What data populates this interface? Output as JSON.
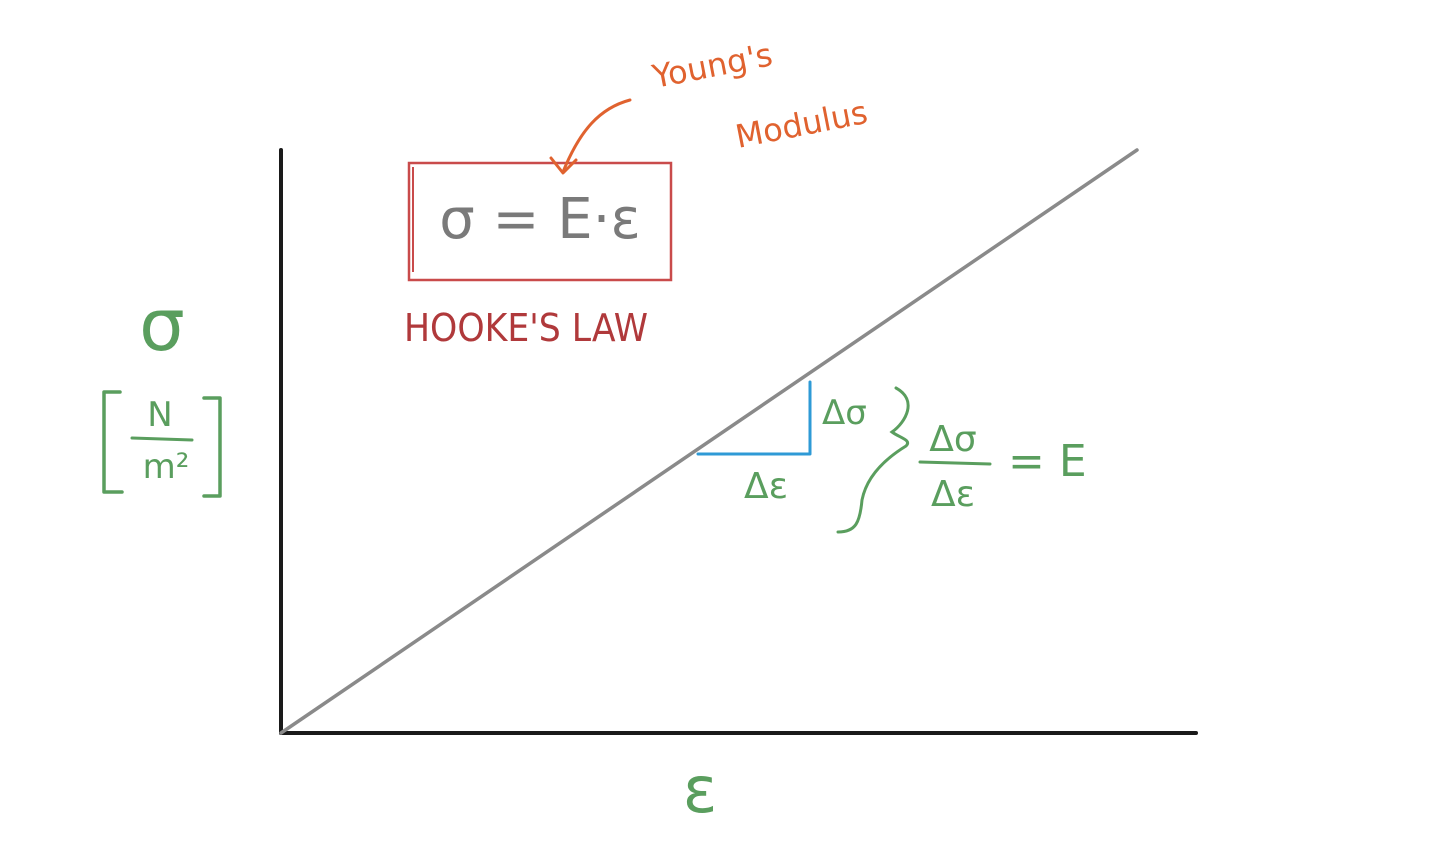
{
  "diagram": {
    "y_axis_label": "σ",
    "y_axis_unit_numerator": "N",
    "y_axis_unit_denominator": "m²",
    "x_axis_label": "ε",
    "formula": "σ = E·ε",
    "formula_caption": "HOOKE'S LAW",
    "annotation_top_line1": "Young's",
    "annotation_top_line2": "Modulus",
    "delta_sigma_label": "Δσ",
    "delta_epsilon_label": "Δε",
    "slope_numerator": "Δσ",
    "slope_denominator": "Δε",
    "slope_equals": "= E",
    "colors": {
      "axis": "#1a1a1a",
      "line": "#8a8a8a",
      "formula_text": "#7a7a7a",
      "formula_box": "#c94b4b",
      "hooke_caption": "#b0393b",
      "youngs_annotation": "#e0622f",
      "labels_green": "#5a9e5e",
      "triangle_blue": "#2e9ad6"
    }
  }
}
